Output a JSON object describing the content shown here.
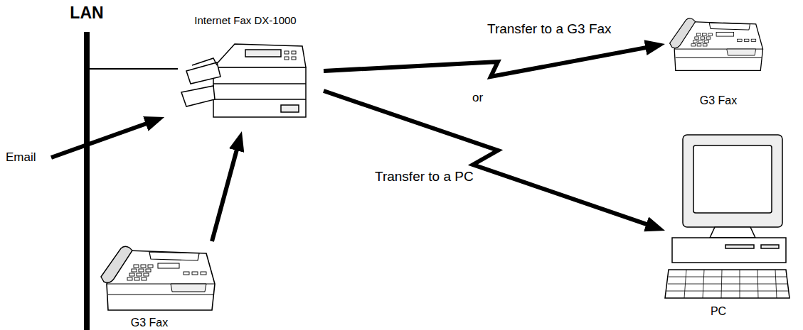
{
  "diagram": {
    "nodes": [
      {
        "text": [
          "LAN"
        ]
      },
      {
        "text": [
          "Internet Fax DX-1000"
        ]
      },
      {
        "text": [
          "G3 Fax"
        ]
      },
      {
        "text": [
          "G3 Fax"
        ]
      },
      {
        "text": [
          "PC"
        ]
      }
    ],
    "edges": [
      {
        "from": 0,
        "to": 1,
        "arrow": "none"
      },
      {
        "from": 2,
        "to": 1,
        "arrow": "to"
      },
      {
        "from": 1,
        "to": 3,
        "label": "Transfer to a G3 Fax",
        "arrow": "to"
      },
      {
        "from": 1,
        "to": 4,
        "label": "Transfer to a PC",
        "arrow": "to"
      }
    ],
    "labels": [
      "Email",
      "or"
    ]
  }
}
